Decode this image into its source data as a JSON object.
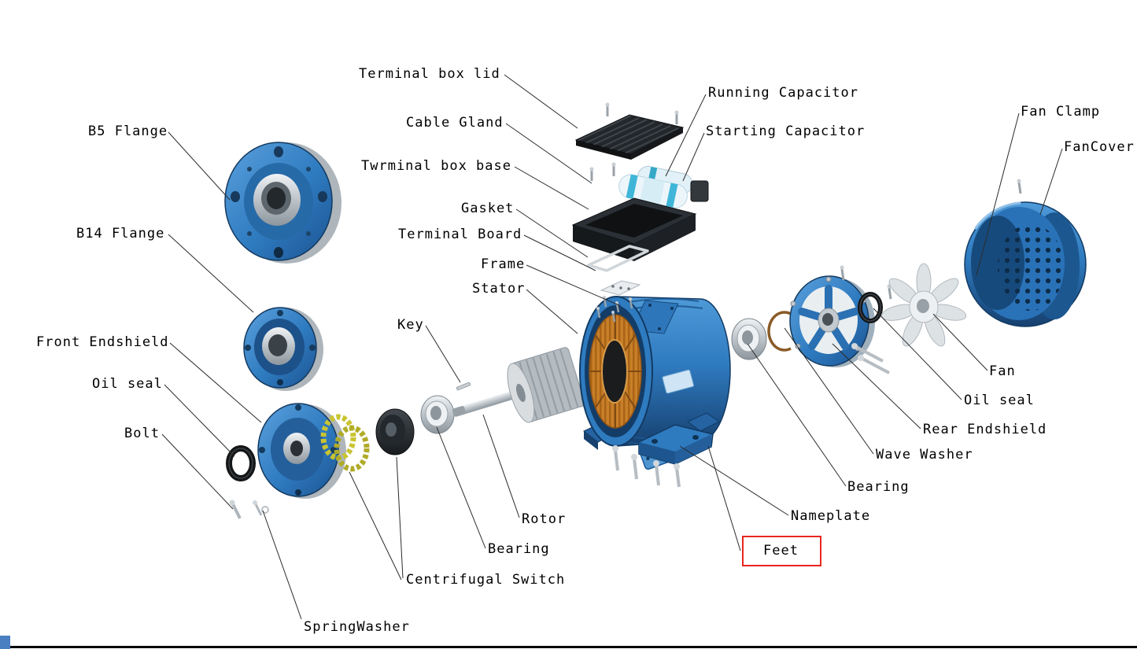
{
  "page": {
    "background": "#ffffff",
    "bottom_rule_color": "#0a0a0a",
    "corner_accent_color": "#4a7fc1"
  },
  "diagram": {
    "subject": "single-phase-electric-motor-exploded-view",
    "highlight": {
      "target_label": "Feet",
      "box_color": "#e8251f"
    },
    "palette": {
      "motor_blue": "#2f7bc0",
      "motor_blue_dark": "#1a4f86",
      "copper_winding": "#c87f28",
      "steel": "#c3cad0",
      "seal_black": "#141618",
      "spring_washer_yellow": "#c9c431",
      "leader_line": "#2b2b2b",
      "label_text": "#000000"
    },
    "labels": [
      {
        "id": "terminal-box-lid",
        "text": "Terminal box lid"
      },
      {
        "id": "cable-gland",
        "text": "Cable Gland"
      },
      {
        "id": "terminal-box-base",
        "text": "Twrminal box base"
      },
      {
        "id": "gasket",
        "text": "Gasket"
      },
      {
        "id": "terminal-board",
        "text": "Terminal Board"
      },
      {
        "id": "frame",
        "text": "Frame"
      },
      {
        "id": "stator",
        "text": "Stator"
      },
      {
        "id": "key",
        "text": "Key"
      },
      {
        "id": "b5-flange",
        "text": "B5 Flange"
      },
      {
        "id": "b14-flange",
        "text": "B14 Flange"
      },
      {
        "id": "front-endshield",
        "text": "Front Endshield"
      },
      {
        "id": "oil-seal-front",
        "text": "Oil seal"
      },
      {
        "id": "bolt",
        "text": "Bolt"
      },
      {
        "id": "running-capacitor",
        "text": "Running Capacitor"
      },
      {
        "id": "starting-capacitor",
        "text": "Starting Capacitor"
      },
      {
        "id": "fan-clamp",
        "text": "Fan Clamp"
      },
      {
        "id": "fancover",
        "text": "FanCover"
      },
      {
        "id": "fan",
        "text": "Fan"
      },
      {
        "id": "oil-seal-rear",
        "text": "Oil seal"
      },
      {
        "id": "rear-endshield",
        "text": "Rear Endshield"
      },
      {
        "id": "wave-washer",
        "text": "Wave Washer"
      },
      {
        "id": "bearing-rear",
        "text": "Bearing"
      },
      {
        "id": "nameplate",
        "text": "Nameplate"
      },
      {
        "id": "feet",
        "text": "Feet"
      },
      {
        "id": "rotor",
        "text": "Rotor"
      },
      {
        "id": "bearing-front",
        "text": "Bearing"
      },
      {
        "id": "centrifugal-switch",
        "text": "Centrifugal Switch"
      },
      {
        "id": "springwasher",
        "text": "SpringWasher"
      }
    ]
  }
}
